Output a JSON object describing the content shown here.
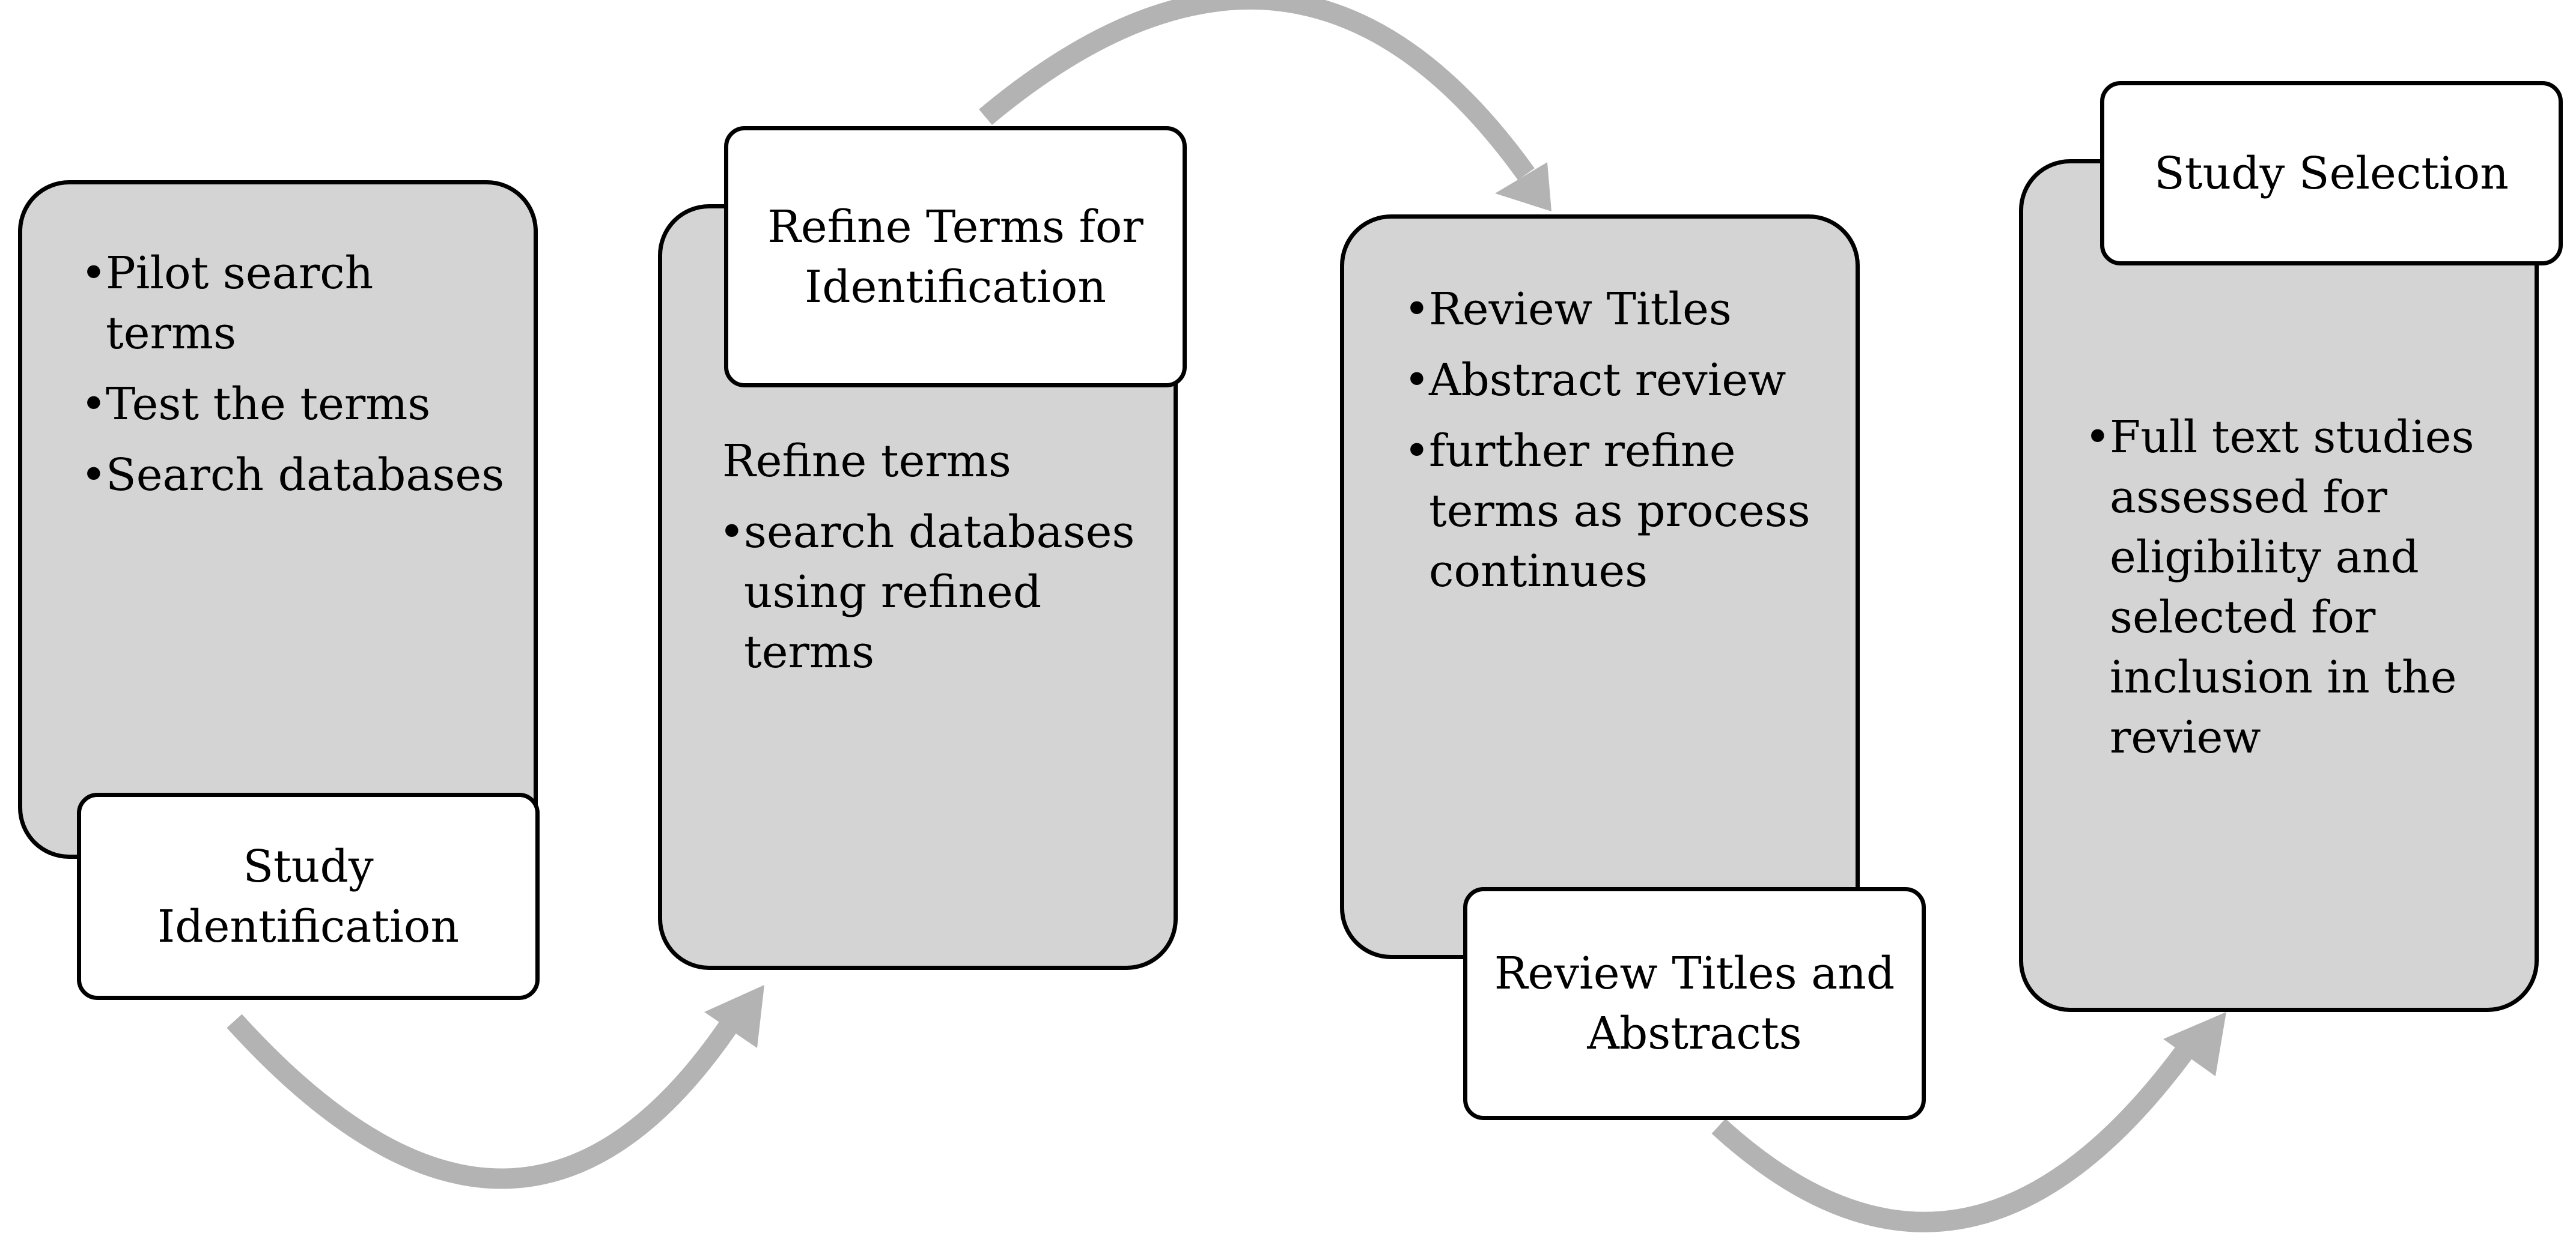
{
  "steps": [
    {
      "tab": "Study Identification",
      "lead": "",
      "bullets": [
        "Pilot search terms",
        "Test the terms",
        "Search databases"
      ]
    },
    {
      "tab": "Refine Terms for Identification",
      "lead": "Refine terms",
      "bullets": [
        "search databases using refined terms"
      ]
    },
    {
      "tab": "Review Titles and Abstracts",
      "lead": "",
      "bullets": [
        "Review Titles",
        "Abstract review",
        "further refine terms as process continues"
      ]
    },
    {
      "tab": "Study Selection",
      "lead": "",
      "bullets": [
        "Full text studies assessed for eligibility and selected for inclusion in the review"
      ]
    }
  ],
  "colors": {
    "panel_fill": "#d4d4d4",
    "tab_fill": "#ffffff",
    "outline": "#000000",
    "arrow": "#b3b3b3"
  },
  "icons": [
    "curved-arrow-icon"
  ]
}
